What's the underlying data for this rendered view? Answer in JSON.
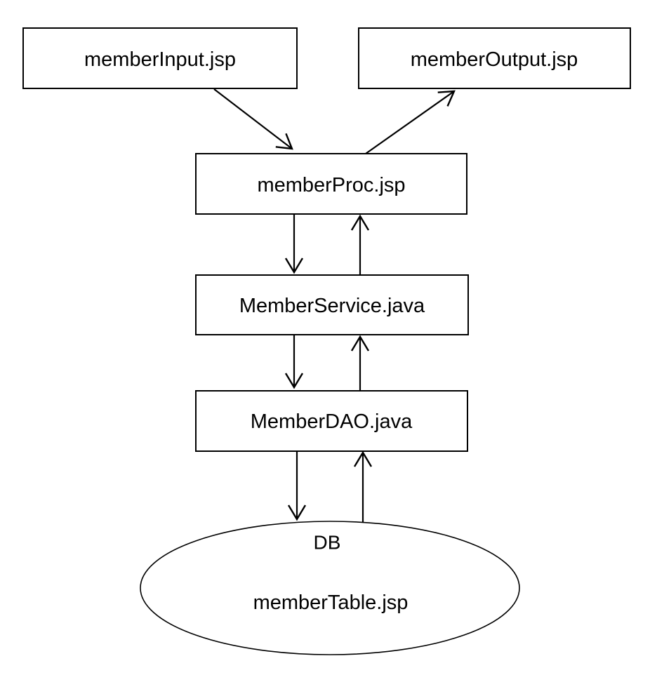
{
  "diagram": {
    "type": "flow-diagram",
    "description": "JSP/Java layered architecture flow from input page through service and DAO layers to database",
    "nodes": {
      "member_input": {
        "label": "memberInput.jsp",
        "shape": "rectangle"
      },
      "member_output": {
        "label": "memberOutput.jsp",
        "shape": "rectangle"
      },
      "member_proc": {
        "label": "memberProc.jsp",
        "shape": "rectangle"
      },
      "member_service": {
        "label": "MemberService.java",
        "shape": "rectangle"
      },
      "member_dao": {
        "label": "MemberDAO.java",
        "shape": "rectangle"
      },
      "db": {
        "label": "DB",
        "sublabel": "memberTable.jsp",
        "shape": "ellipse"
      }
    },
    "edges": [
      {
        "from": "member_input",
        "to": "member_proc"
      },
      {
        "from": "member_proc",
        "to": "member_output"
      },
      {
        "from": "member_proc",
        "to": "member_service"
      },
      {
        "from": "member_service",
        "to": "member_proc"
      },
      {
        "from": "member_service",
        "to": "member_dao"
      },
      {
        "from": "member_dao",
        "to": "member_service"
      },
      {
        "from": "member_dao",
        "to": "db"
      },
      {
        "from": "db",
        "to": "member_dao"
      }
    ],
    "colors": {
      "stroke": "#000000",
      "node_fill": "#ffffff",
      "text": "#000000",
      "background": "#ffffff"
    }
  }
}
